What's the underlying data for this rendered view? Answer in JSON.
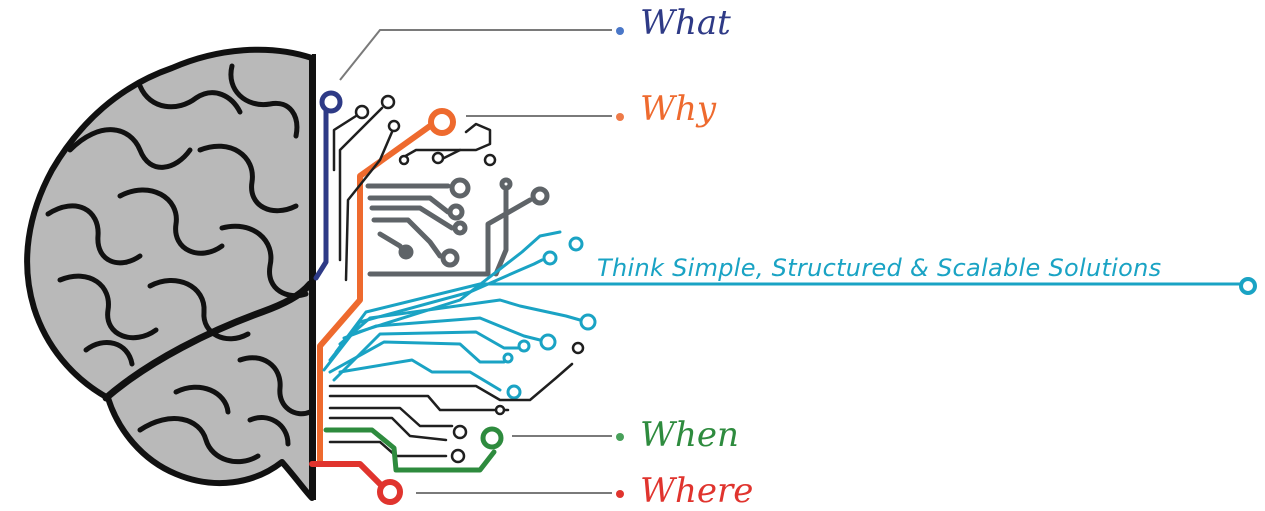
{
  "labels": {
    "what": "What",
    "why": "Why",
    "when": "When",
    "where": "Where"
  },
  "tagline": "Think Simple, Structured & Scalable Solutions",
  "colors": {
    "what": "#2e3a86",
    "why": "#ee6a2e",
    "when": "#2e8b3e",
    "where": "#e0342e",
    "tagline": "#1aa3c4",
    "circuit_gray": "#5f6468",
    "circuit_black": "#1f1f1f",
    "brain_fill": "#b9b9b9",
    "brain_outline": "#111111"
  }
}
